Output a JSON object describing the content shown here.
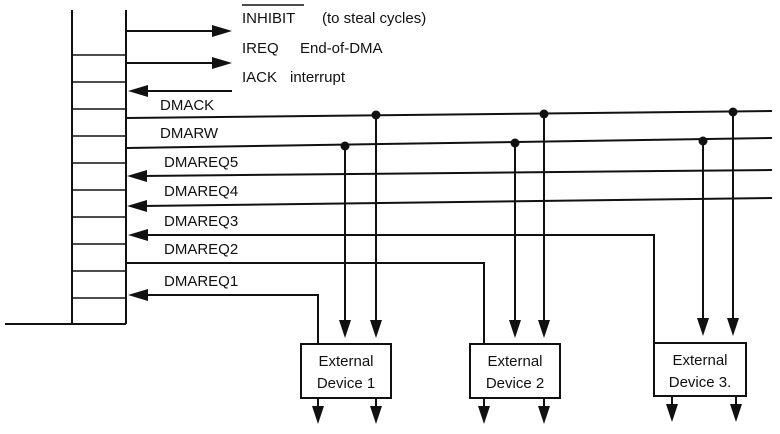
{
  "signals": {
    "inhibit": "INHIBIT",
    "inhibit_note": "(to steal cycles)",
    "ireq": "IREQ",
    "ireq_note": "End-of-DMA",
    "iack": "IACK",
    "iack_note": "interrupt",
    "dmack": "DMACK",
    "dmarw": "DMARW",
    "dmareq5": "DMAREQ5",
    "dmareq4": "DMAREQ4",
    "dmareq3": "DMAREQ3",
    "dmareq2": "DMAREQ2",
    "dmareq1": "DMAREQ1"
  },
  "devices": [
    {
      "line1": "External",
      "line2": "Device 1"
    },
    {
      "line1": "External",
      "line2": "Device 2"
    },
    {
      "line1": "External",
      "line2": "Device 3."
    }
  ]
}
